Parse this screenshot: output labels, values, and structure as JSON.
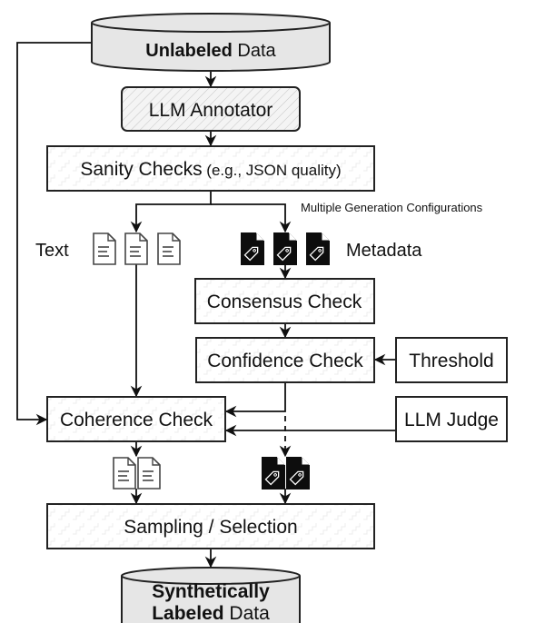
{
  "diagram": {
    "nodes": {
      "unlabeled_data": {
        "bold": "Unlabeled",
        "rest": " Data"
      },
      "llm_annotator": {
        "label": "LLM Annotator"
      },
      "sanity_checks": {
        "label": "Sanity Checks",
        "suffix": " (e.g., JSON quality)"
      },
      "consensus_check": {
        "label": "Consensus Check"
      },
      "confidence_check": {
        "label": "Confidence Check"
      },
      "threshold": {
        "label": "Threshold"
      },
      "coherence_check": {
        "label": "Coherence Check"
      },
      "llm_judge": {
        "label": "LLM Judge"
      },
      "sampling_selection": {
        "label": "Sampling / Selection"
      },
      "synthetic_data": {
        "bold_line1": "Synthetically",
        "bold_line2": "Labeled",
        "rest_line2": " Data"
      }
    },
    "annotations": {
      "multiple_generation": "Multiple Generation Configurations",
      "text_label": "Text",
      "metadata_label": "Metadata"
    },
    "icons": {
      "text_documents": [
        "document-icon",
        "document-icon",
        "document-icon"
      ],
      "metadata_documents": [
        "tag-document-icon",
        "tag-document-icon",
        "tag-document-icon"
      ],
      "filtered_text_documents": [
        "document-icon",
        "document-icon"
      ],
      "filtered_metadata_documents": [
        "tag-document-icon",
        "tag-document-icon"
      ]
    },
    "edges": [
      {
        "from": "unlabeled_data",
        "to": "llm_annotator",
        "style": "solid"
      },
      {
        "from": "llm_annotator",
        "to": "sanity_checks",
        "style": "solid"
      },
      {
        "from": "sanity_checks",
        "to": "text_documents",
        "style": "solid"
      },
      {
        "from": "sanity_checks",
        "to": "metadata_documents",
        "style": "solid"
      },
      {
        "from": "metadata_documents",
        "to": "consensus_check",
        "style": "solid"
      },
      {
        "from": "consensus_check",
        "to": "confidence_check",
        "style": "solid"
      },
      {
        "from": "threshold",
        "to": "confidence_check",
        "style": "solid"
      },
      {
        "from": "confidence_check",
        "to": "coherence_check",
        "style": "solid"
      },
      {
        "from": "text_documents",
        "to": "coherence_check",
        "style": "solid"
      },
      {
        "from": "unlabeled_data",
        "to": "coherence_check",
        "style": "solid"
      },
      {
        "from": "llm_judge",
        "to": "coherence_check",
        "style": "solid"
      },
      {
        "from": "coherence_check",
        "to": "filtered_text_documents",
        "style": "solid"
      },
      {
        "from": "confidence_check",
        "to": "filtered_metadata_documents",
        "style": "dashed"
      },
      {
        "from": "filtered_text_documents",
        "to": "sampling_selection",
        "style": "solid"
      },
      {
        "from": "filtered_metadata_documents",
        "to": "sampling_selection",
        "style": "solid"
      },
      {
        "from": "sampling_selection",
        "to": "synthetic_data",
        "style": "solid"
      }
    ]
  }
}
